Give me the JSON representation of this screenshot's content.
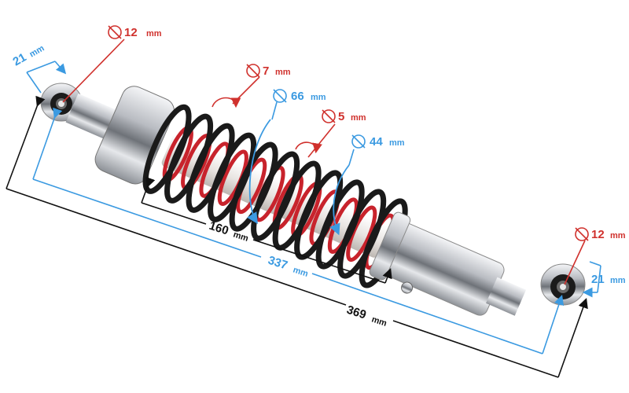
{
  "colors": {
    "red": "#d0312d",
    "blue": "#3b9ae1",
    "black": "#111111",
    "spring_black": "#1a1a1a",
    "spring_red": "#c8232c",
    "chrome": "#c9ccd1"
  },
  "dimensions": {
    "top_eye_diameter": {
      "value": "12",
      "unit": "mm",
      "symbol": "diameter-icon"
    },
    "top_eye_width": {
      "value": "21",
      "unit": "mm"
    },
    "outer_wire_diameter": {
      "value": "7",
      "unit": "mm",
      "symbol": "diameter-icon"
    },
    "outer_spring_diameter": {
      "value": "66",
      "unit": "mm",
      "symbol": "diameter-icon"
    },
    "inner_wire_diameter": {
      "value": "5",
      "unit": "mm",
      "symbol": "diameter-icon"
    },
    "inner_spring_diameter": {
      "value": "44",
      "unit": "mm",
      "symbol": "diameter-icon"
    },
    "spring_length": {
      "value": "160",
      "unit": "mm"
    },
    "eye_to_eye_length": {
      "value": "337",
      "unit": "mm"
    },
    "overall_length": {
      "value": "369",
      "unit": "mm"
    },
    "bottom_eye_diameter": {
      "value": "12",
      "unit": "mm",
      "symbol": "diameter-icon"
    },
    "bottom_eye_width": {
      "value": "21",
      "unit": "mm"
    }
  }
}
